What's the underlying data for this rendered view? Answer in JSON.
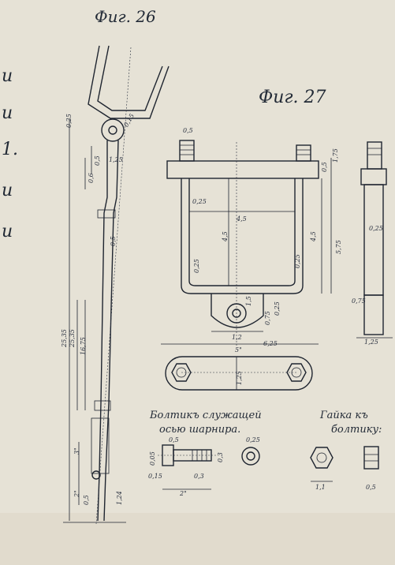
{
  "fig26": {
    "title": "Фиг. 26"
  },
  "fig27": {
    "title": "Фиг. 27"
  },
  "left_margin_glyphs": [
    "и",
    "и",
    "1.",
    "и",
    "и"
  ],
  "dims_fig26": {
    "top_small": "0,25",
    "top_angle": "0,15",
    "collar_a": "1,25",
    "collar_b": "0,6",
    "collar_c": "0,5",
    "shank": "0,5",
    "long_a": "25,35",
    "long_b": "25,35",
    "long_c": "16,75",
    "bot_a": "3\"",
    "bot_b": "2\"",
    "bot_c": "0,5",
    "bot_d": "1,24"
  },
  "dims_fig27": {
    "corner_l": "0,5",
    "corner_r": "0,5",
    "top_r": "1,75",
    "frame_in": "0,25",
    "width_in": "4,5",
    "height_in": "4,5",
    "left_wall": "0,25",
    "right_h": "4,5",
    "side_h": "5,75",
    "bottom_a": "0,25",
    "lug_h": "1,5",
    "lug_a": "0,75",
    "lug_b": "0,25",
    "bottom_w": "5\"",
    "bottom_w2": "6,25",
    "pitch": "1,2",
    "strip_w": "1,25",
    "side_w": "0,75",
    "side_b": "0,25",
    "side_c": "1,25"
  },
  "bolt": {
    "caption_1": "Болтикъ служащей",
    "caption_2": "осью шарнира.",
    "d1": "0,5",
    "d2": "0,05",
    "d3": "0,3",
    "len": "2\"",
    "thread": "0,3",
    "head": "0,15",
    "washer": "0,25"
  },
  "nut": {
    "caption_1": "Гайка къ",
    "caption_2": "болтику:",
    "d1": "1,1",
    "d2": "0,5"
  }
}
